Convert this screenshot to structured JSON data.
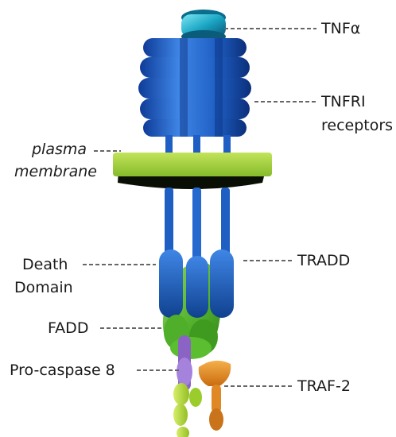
{
  "labels": {
    "tnf_alpha": "TNFα",
    "tnfr_line1": "TNFRI",
    "tnfr_line2": "receptors",
    "membrane_line1": "plasma",
    "membrane_line2": "membrane",
    "death_line1": "Death",
    "death_line2": "Domain",
    "tradd": "TRADD",
    "fadd": "FADD",
    "procaspase": "Pro-caspase 8",
    "traf2": "TRAF-2"
  },
  "colors": {
    "tnf_alpha": "#1aa6c4",
    "receptor_blue": "#1f5fc4",
    "receptor_dark": "#0b2f7a",
    "membrane_green": "#a6d63c",
    "membrane_dark": "#0a0f05",
    "fadd_green": "#5ab82e",
    "procaspase_purple": "#8a63c4",
    "procaspase_green": "#b5d63a",
    "traf2_orange": "#e88a1e",
    "leader_line": "#666666"
  }
}
